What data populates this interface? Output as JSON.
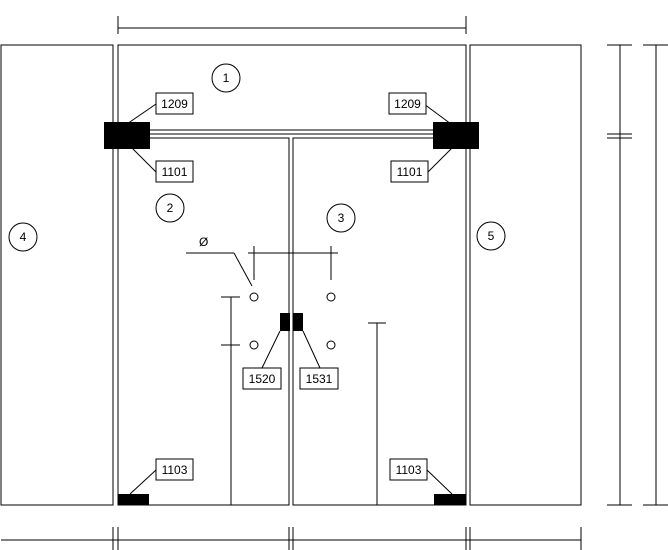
{
  "markers": {
    "transom": "1",
    "left_door": "2",
    "right_door": "3",
    "left_sidelight": "4",
    "right_sidelight": "5"
  },
  "parts": {
    "top_left_clamp": "1209",
    "top_right_clamp": "1209",
    "top_left_pivot": "1101",
    "top_right_pivot": "1101",
    "bottom_left_pivot": "1103",
    "bottom_right_pivot": "1103",
    "lock_left": "1520",
    "lock_right": "1531"
  },
  "hole_symbol": "Ø"
}
